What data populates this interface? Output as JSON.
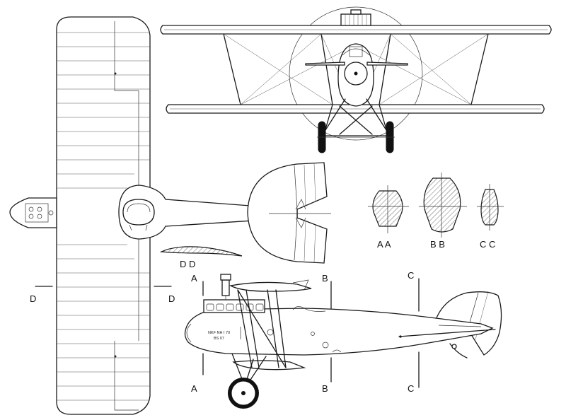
{
  "section_labels": {
    "d_left": "D",
    "d_right": "D",
    "a_top": "A",
    "a_bottom": "A",
    "b_top": "B",
    "b_bottom": "B",
    "c_top": "C",
    "c_bottom": "C"
  },
  "section_captions": {
    "aa": "A A",
    "bb": "B B",
    "cc": "C C",
    "dd": "D D"
  },
  "fuselage_marking": {
    "line1": "NKF NH I 70",
    "line2": "BS 07"
  }
}
